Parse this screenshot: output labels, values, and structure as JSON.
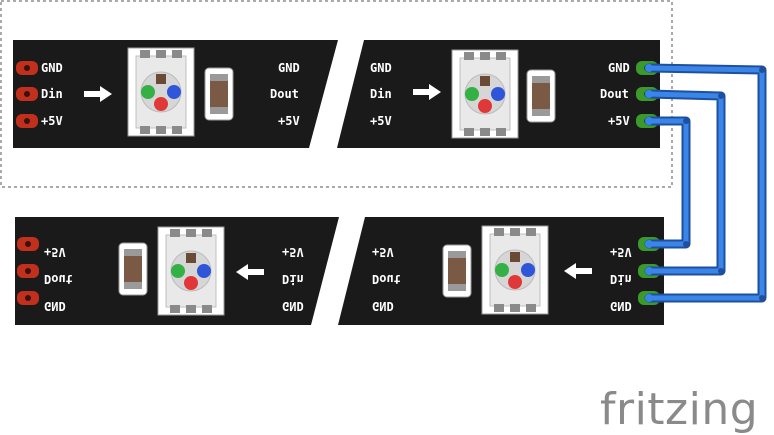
{
  "diagram": {
    "strip_top": {
      "left_section": {
        "left_pins": [
          "GND",
          "Din",
          "+5V"
        ],
        "right_pins": [
          "GND",
          "Dout",
          "+5V"
        ]
      },
      "right_section": {
        "left_pins": [
          "GND",
          "Din",
          "+5V"
        ],
        "right_pins": [
          "GND",
          "Dout",
          "+5V"
        ]
      }
    },
    "strip_bottom": {
      "left_section": {
        "left_pins": [
          "+5V",
          "Dout",
          "GND"
        ],
        "right_pins": [
          "+5V",
          "Din",
          "GND"
        ]
      },
      "right_section": {
        "left_pins": [
          "+5V",
          "Dout",
          "GND"
        ],
        "right_pins": [
          "+5V",
          "Din",
          "GND"
        ]
      }
    },
    "wire_color": "#2e6fd0",
    "pad_color": "#c0301c",
    "connected_pad_color": "#3c9a2a",
    "strip_color": "#1a1a1a"
  },
  "branding": {
    "wordmark": "fritzing",
    "color": "#8a8a8a"
  }
}
